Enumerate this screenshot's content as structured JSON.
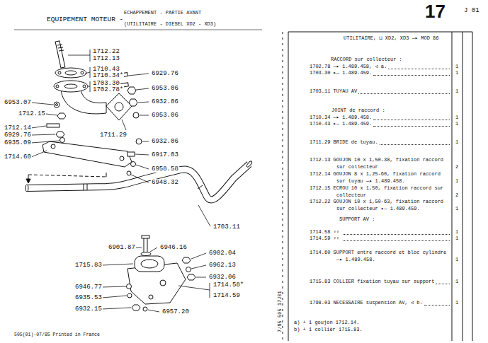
{
  "diagram": {
    "labels": [
      "EQUIPEMENT MOTEUR -",
      "ECHAPPEMENT - PARTIE AVANT",
      "(UTILITAIRE - DIESEL XD2 - XD3)",
      "17",
      "J 01",
      "1712.22",
      "1712.13",
      "1710.43",
      "1710.34*",
      "1703.30",
      "1702.78*",
      "6929.76",
      "6953.06",
      "6953.07",
      "6932.06",
      "1712.15",
      "6953.06",
      "1712.14",
      "6929.76",
      "6935.09",
      "1711.29",
      "6932.06",
      "1714.60",
      "6917.03",
      "6958.58",
      "6948.32",
      "1703.11",
      "6901.87",
      "6946.16",
      "6902.04",
      "1715.83",
      "6962.13",
      "6932.06",
      "6946.77",
      "1714.58*",
      "6935.53",
      "1714.59",
      "6932.15",
      "6957.20",
      "UTILITAIRE, ⊔ XD2, XD3 —▸ MOD 86",
      "RACCORD sur collecteur :",
      "1702.78 —▸ 1.489.458, ◁ a.",
      "1",
      "1703.30 ▸— 1.489.459.",
      "1",
      "1703.11 TUYAU AV",
      "1",
      "JOINT de raccord :",
      "1710.34 —▸ 1.489.458.",
      "1",
      "1710.43 ▸— 1.489.459.",
      "1",
      "1711.29 BRIDE de tuyau.",
      "1",
      "1712.13 GOUJON 10 x 1,50-38, fixation raccord sur collecteur",
      "2",
      "1712.14 GOUJON 8 x 1,25-60, fixation raccord sur tuyau —▸ 1.489.458.",
      "1",
      "1712.15 ECROU 10 x 1,50, fixation raccord sur collecteur",
      "2",
      "1712.22 GOUJON 10 x 1,50-63, fixation raccord sur collecteur ▸— 1.489.459.",
      "1",
      "SUPPORT AV :",
      "1714.58 ♀♀",
      "1",
      "1714.59 ♀♀",
      "1",
      "1714.60 SUPPORT entre raccord et bloc cylindre —▸ 1.489.458.",
      "1",
      "1715.83 COLLIER fixation tuyau sur support",
      "1",
      "1798.03 NECESSAIRE suspension AV, ◁ b.",
      "1",
      "a) + 1 goujon 1712.14.",
      "b) + 1 collier 1715.83.",
      "505(01)-07/85 Printed in France",
      "7/85 505 17J01"
    ]
  }
}
